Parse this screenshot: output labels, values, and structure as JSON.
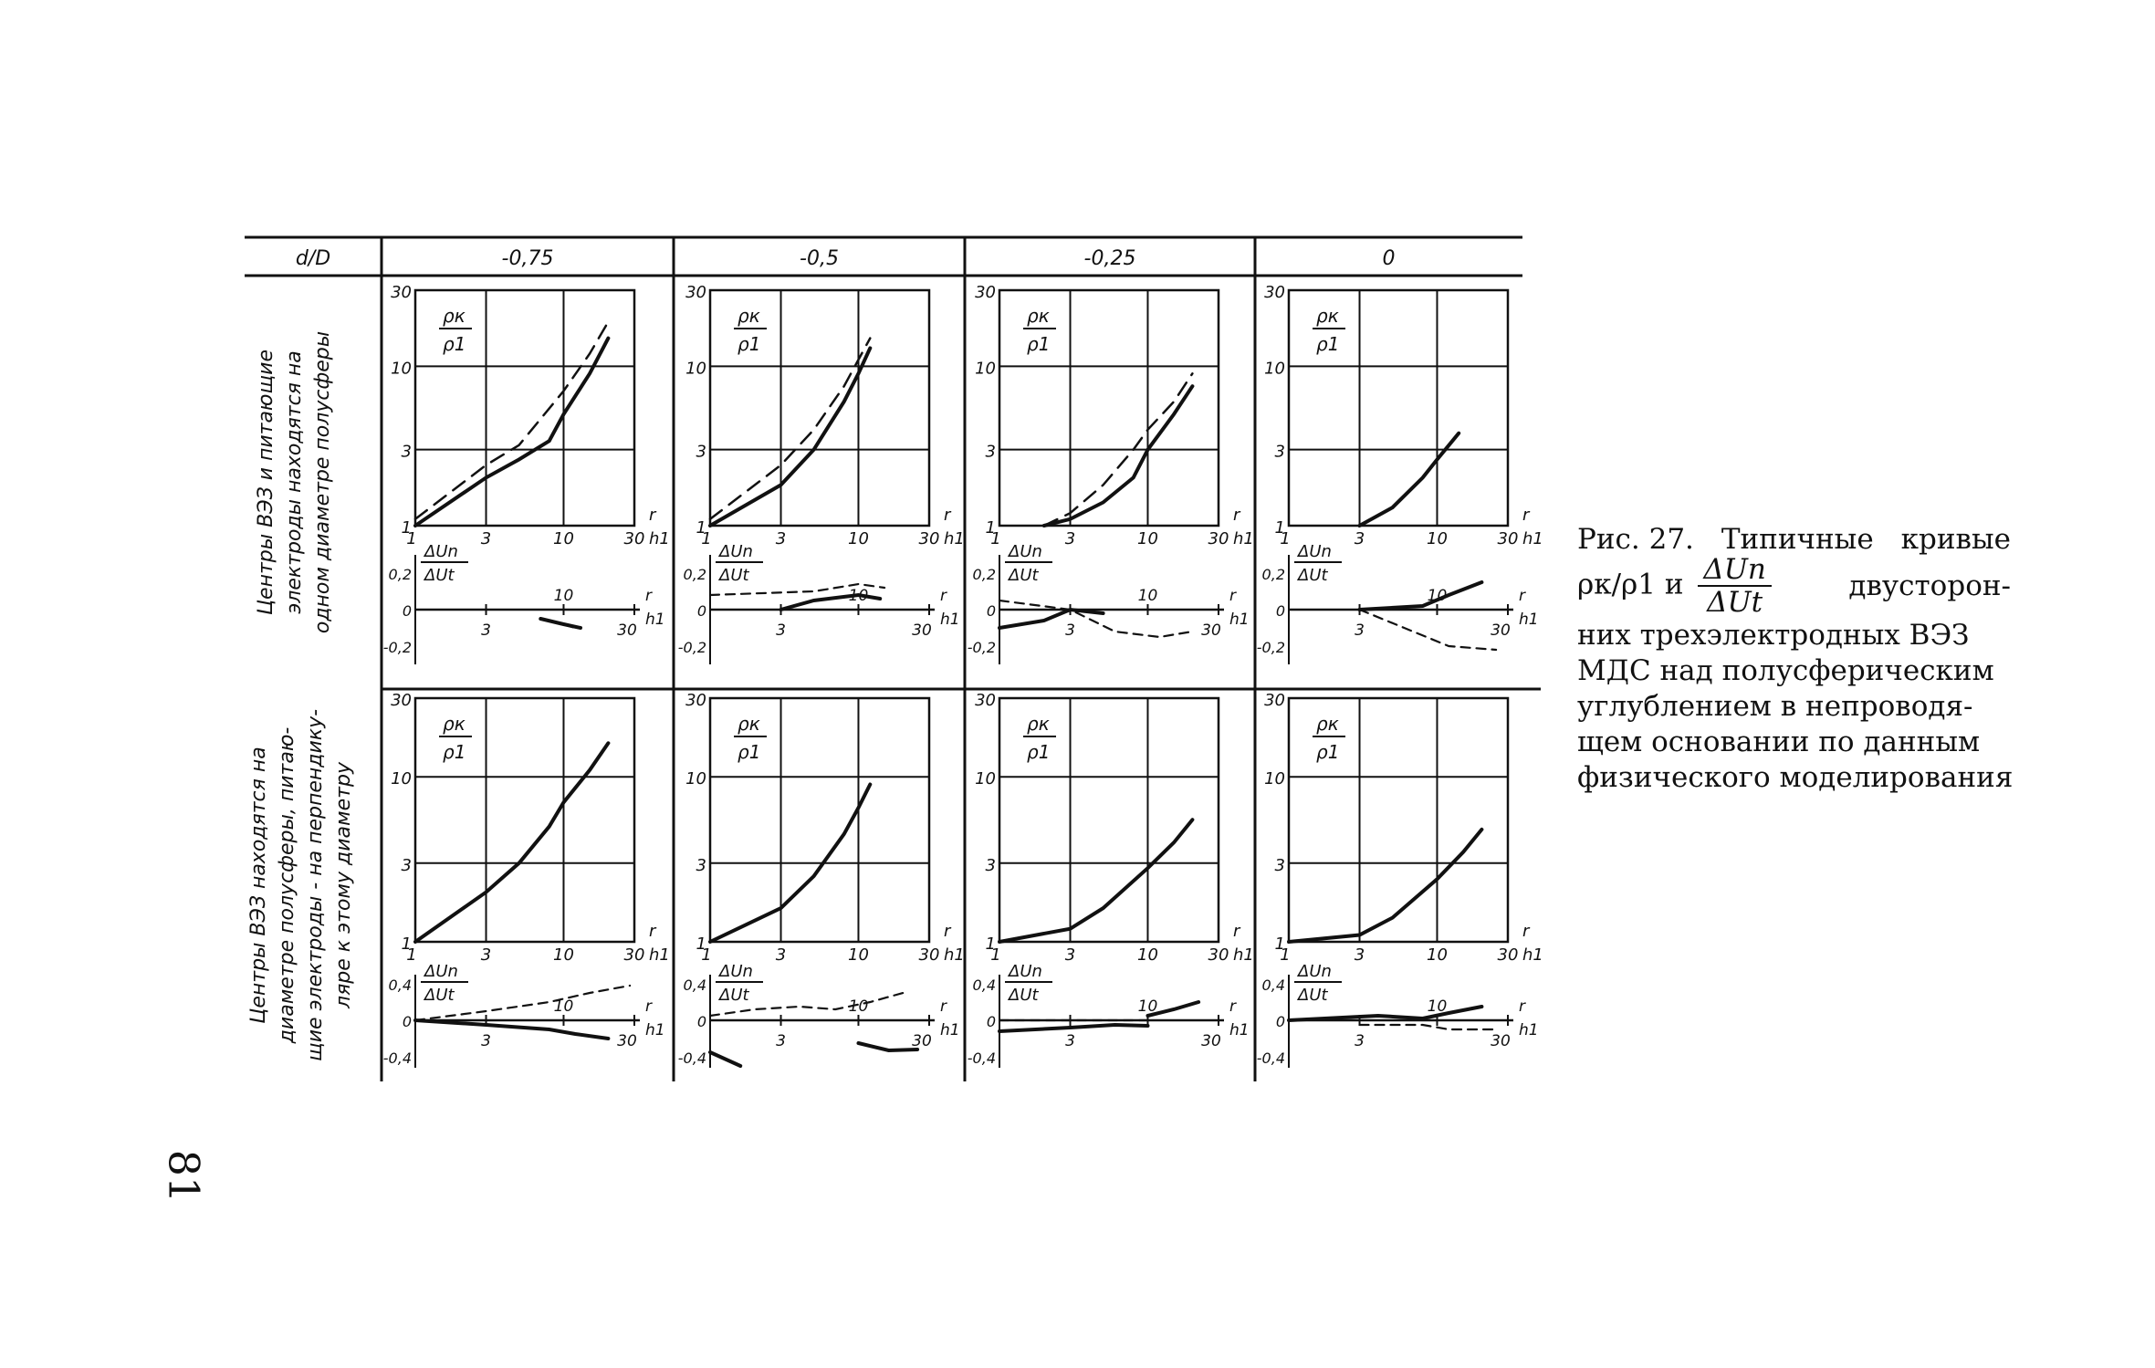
{
  "table": {
    "header_label": "d/D",
    "columns": [
      "-0,75",
      "-0,5",
      "-0,25",
      "0"
    ],
    "rows": [
      {
        "label_lines": [
          "Центры ВЭЗ и питающие",
          "электроды находятся на",
          "одном диаметре полусферы"
        ]
      },
      {
        "label_lines": [
          "Центры ВЭЗ находятся на",
          "диаметре полусферы, питаю-",
          "щие электроды - на перпендику-",
          "ляре к этому диаметру"
        ]
      }
    ]
  },
  "axes": {
    "rho_label_num": "ρк",
    "rho_label_den": "ρ1",
    "rho_ticks": [
      "30",
      "10",
      "3",
      "1"
    ],
    "x_ticks": [
      "1",
      "3",
      "10",
      "30"
    ],
    "x_label_num": "r",
    "x_label_den": "h1",
    "du_label_num": "ΔUn",
    "du_label_den": "ΔUt",
    "du_ticks_small": [
      "0,2",
      "0",
      "-0,2"
    ],
    "du_ticks_large": [
      "0,4",
      "0",
      "-0,4"
    ]
  },
  "caption": {
    "line1_left": "Рис. 27.",
    "line1_mid": "Типичные",
    "line1_right": "кривые",
    "line2_rho": "ρк/ρ1",
    "line2_and": "и",
    "frac_num": "ΔUn",
    "frac_den": "ΔUt",
    "line2_right": "двусторон-",
    "line3": "них трехэлектродных ВЭЗ",
    "line4": "МДС над полусферическим",
    "line5": "углублением в непроводя-",
    "line6": "щем основании по данным",
    "line7": "физического моделирования"
  },
  "page_number": "81",
  "chart_data": [
    {
      "type": "line",
      "title": "-0,75",
      "xlabel": "r/h1",
      "ylabel": "ρк/ρ1",
      "xscale": "log",
      "yscale": "log",
      "xlim": [
        1,
        30
      ],
      "ylim": [
        1,
        30
      ],
      "series": [
        {
          "style": "solid",
          "x": [
            1,
            3,
            5,
            8,
            10,
            15,
            20
          ],
          "y": [
            1.0,
            2.0,
            2.6,
            3.4,
            5.0,
            9.0,
            15.0
          ]
        },
        {
          "style": "dashed",
          "x": [
            1,
            3,
            5,
            10,
            15,
            20
          ],
          "y": [
            1.1,
            2.4,
            3.2,
            7.0,
            12.0,
            19.0
          ]
        }
      ]
    },
    {
      "type": "line",
      "title": "-0,5",
      "xlabel": "r/h1",
      "ylabel": "ρк/ρ1",
      "xscale": "log",
      "yscale": "log",
      "xlim": [
        1,
        30
      ],
      "ylim": [
        1,
        30
      ],
      "series": [
        {
          "style": "solid",
          "x": [
            1,
            3,
            5,
            8,
            10,
            12
          ],
          "y": [
            1.0,
            1.8,
            3.0,
            6.0,
            9.0,
            13.0
          ]
        },
        {
          "style": "dashed",
          "x": [
            1,
            3,
            5,
            8,
            10,
            12
          ],
          "y": [
            1.1,
            2.4,
            4.0,
            7.5,
            11.0,
            15.0
          ]
        }
      ]
    },
    {
      "type": "line",
      "title": "-0,25",
      "xlabel": "r/h1",
      "ylabel": "ρк/ρ1",
      "xscale": "log",
      "yscale": "log",
      "xlim": [
        1,
        30
      ],
      "ylim": [
        1,
        30
      ],
      "series": [
        {
          "style": "solid",
          "x": [
            2,
            3,
            5,
            8,
            10,
            15,
            20
          ],
          "y": [
            1.0,
            1.1,
            1.4,
            2.0,
            3.0,
            5.0,
            7.5
          ]
        },
        {
          "style": "dashed",
          "x": [
            2,
            3,
            5,
            8,
            10,
            15,
            20
          ],
          "y": [
            1.0,
            1.2,
            1.8,
            3.0,
            4.0,
            6.0,
            9.0
          ]
        }
      ]
    },
    {
      "type": "line",
      "title": "0",
      "xlabel": "r/h1",
      "ylabel": "ρк/ρ1",
      "xscale": "log",
      "yscale": "log",
      "xlim": [
        1,
        30
      ],
      "ylim": [
        1,
        30
      ],
      "series": [
        {
          "style": "solid",
          "x": [
            3,
            5,
            8,
            10,
            14
          ],
          "y": [
            1.0,
            1.3,
            2.0,
            2.6,
            3.8
          ]
        }
      ]
    },
    {
      "type": "line",
      "title": "-0,75",
      "xlabel": "r/h1",
      "ylabel": "ρк/ρ1",
      "xscale": "log",
      "yscale": "log",
      "xlim": [
        1,
        30
      ],
      "ylim": [
        1,
        30
      ],
      "series": [
        {
          "style": "solid",
          "x": [
            1,
            3,
            5,
            8,
            10,
            15,
            20
          ],
          "y": [
            1.0,
            2.0,
            3.0,
            5.0,
            7.0,
            11.0,
            16.0
          ]
        }
      ]
    },
    {
      "type": "line",
      "title": "-0,5",
      "xlabel": "r/h1",
      "ylabel": "ρк/ρ1",
      "xscale": "log",
      "yscale": "log",
      "xlim": [
        1,
        30
      ],
      "ylim": [
        1,
        30
      ],
      "series": [
        {
          "style": "solid",
          "x": [
            1,
            3,
            5,
            8,
            10,
            12
          ],
          "y": [
            1.0,
            1.6,
            2.5,
            4.5,
            6.5,
            9.0
          ]
        }
      ]
    },
    {
      "type": "line",
      "title": "-0,25",
      "xlabel": "r/h1",
      "ylabel": "ρк/ρ1",
      "xscale": "log",
      "yscale": "log",
      "xlim": [
        1,
        30
      ],
      "ylim": [
        1,
        30
      ],
      "series": [
        {
          "style": "solid",
          "x": [
            1,
            3,
            5,
            10,
            15,
            20
          ],
          "y": [
            1.0,
            1.2,
            1.6,
            2.8,
            4.0,
            5.5
          ]
        }
      ]
    },
    {
      "type": "line",
      "title": "0",
      "xlabel": "r/h1",
      "ylabel": "ρк/ρ1",
      "xscale": "log",
      "yscale": "log",
      "xlim": [
        1,
        30
      ],
      "ylim": [
        1,
        30
      ],
      "series": [
        {
          "style": "solid",
          "x": [
            1,
            3,
            5,
            10,
            15,
            20
          ],
          "y": [
            1.0,
            1.1,
            1.4,
            2.4,
            3.5,
            4.8
          ]
        }
      ]
    }
  ]
}
